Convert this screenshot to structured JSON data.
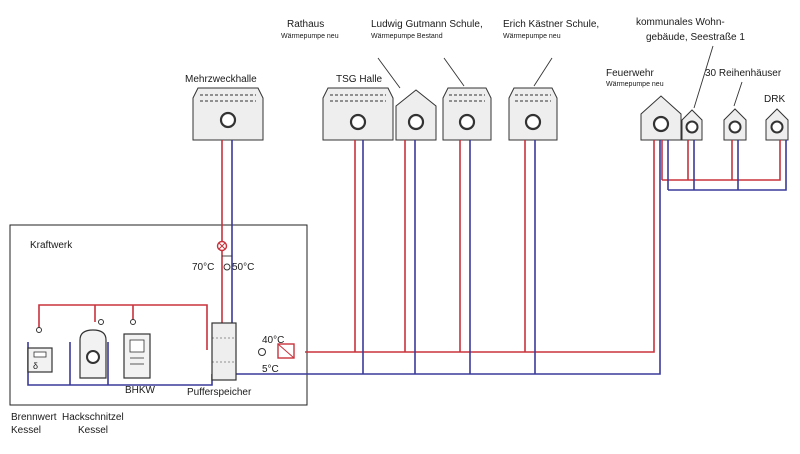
{
  "plant": {
    "title": "Kraftwerk",
    "units": [
      {
        "id": "brennwert",
        "line1": "Brennwert",
        "line2": "Kessel"
      },
      {
        "id": "hackschnitzel",
        "line1": "Hackschnitzel",
        "line2": "Kessel"
      },
      {
        "id": "bhkw",
        "line1": "BHKW",
        "line2": ""
      },
      {
        "id": "pufferspeicher",
        "line1": "Pufferspeicher",
        "line2": ""
      }
    ],
    "temps": {
      "supply_hall": "70°C",
      "return_hall": "50°C",
      "supply_net": "40°C",
      "return_net": "5°C"
    }
  },
  "consumers": [
    {
      "id": "mehrzweckhalle",
      "name": "Mehrzweckhalle",
      "sub": ""
    },
    {
      "id": "tsg-halle",
      "name": "TSG Halle",
      "sub": ""
    },
    {
      "id": "rathaus",
      "name": "Rathaus",
      "sub": "Wärmepumpe neu"
    },
    {
      "id": "gutmann",
      "name": "Ludwig Gutmann Schule,",
      "sub": "Wärmepumpe Bestand"
    },
    {
      "id": "kaestner",
      "name": "Erich Kästner Schule,",
      "sub": "Wärmepumpe neu"
    },
    {
      "id": "feuerwehr",
      "name": "Feuerwehr",
      "sub": "Wärmepumpe neu"
    },
    {
      "id": "wohngebaeude",
      "name": "kommunales Wohn-",
      "name2": "gebäude, Seestraße 1",
      "sub": ""
    },
    {
      "id": "reihenhaeuser",
      "name": "30 Reihenhäuser",
      "sub": ""
    },
    {
      "id": "drk",
      "name": "DRK",
      "sub": ""
    }
  ],
  "colors": {
    "supply": "#c8323c",
    "return": "#3a3a9a",
    "building": "#eeeeee"
  }
}
